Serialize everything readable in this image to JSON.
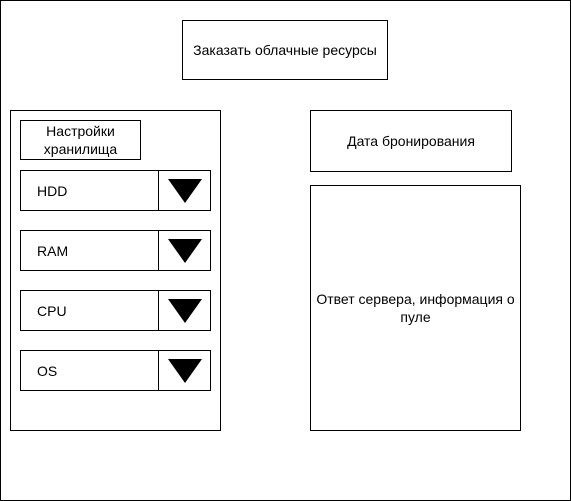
{
  "order_button": {
    "label": "Заказать облачные ресурсы"
  },
  "storage_settings": {
    "title": "Настройки хранилища",
    "selects": [
      {
        "value": "HDD",
        "icon": "triangle-down-icon"
      },
      {
        "value": "RAM",
        "icon": "triangle-down-icon"
      },
      {
        "value": "CPU",
        "icon": "triangle-down-icon"
      },
      {
        "value": "OS",
        "icon": "triangle-down-icon"
      }
    ]
  },
  "booking_date": {
    "label": "Дата бронирования"
  },
  "server_response": {
    "text": "Ответ сервера, информация о пуле"
  },
  "colors": {
    "stroke": "#000000",
    "background": "#ffffff"
  }
}
